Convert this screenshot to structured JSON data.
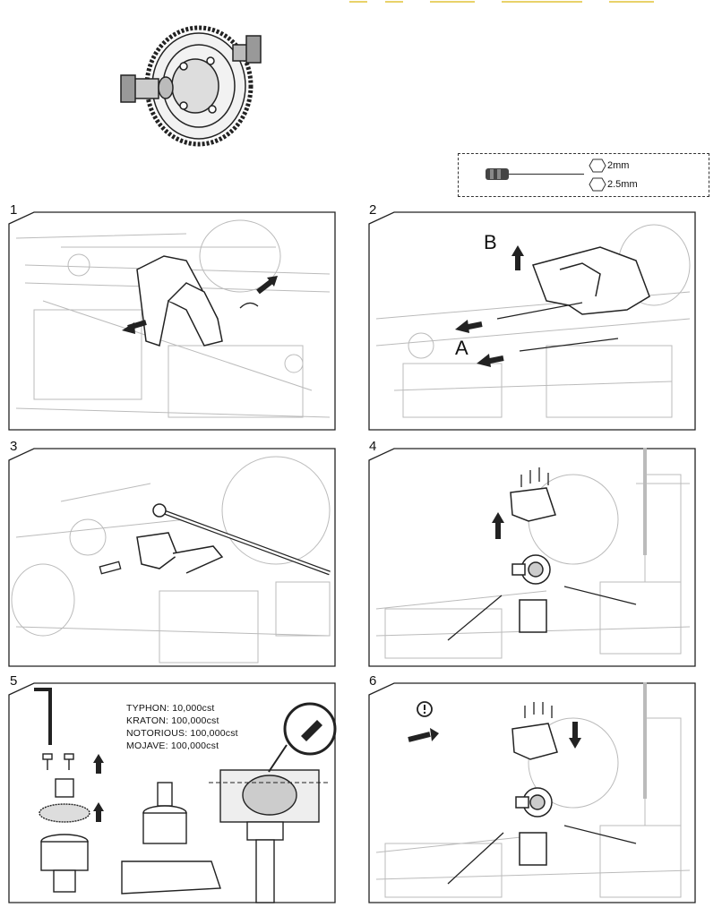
{
  "tools": {
    "sizes": [
      "2mm",
      "2.5mm"
    ],
    "icons": [
      "screwdriver-icon",
      "hex-icon"
    ]
  },
  "steps": [
    {
      "number": "1"
    },
    {
      "number": "2",
      "letters": [
        "B",
        "A"
      ]
    },
    {
      "number": "3"
    },
    {
      "number": "4"
    },
    {
      "number": "5"
    },
    {
      "number": "6"
    }
  ],
  "viscosity": [
    "TYPHON: 10,000cst",
    "KRATON: 100,000cst",
    "NOTORIOUS: 100,000cst",
    "MOJAVE: 100,000cst"
  ],
  "colors": {
    "line": "#222222",
    "faint": "#bbbbbb",
    "accent": "#e8d26a"
  }
}
